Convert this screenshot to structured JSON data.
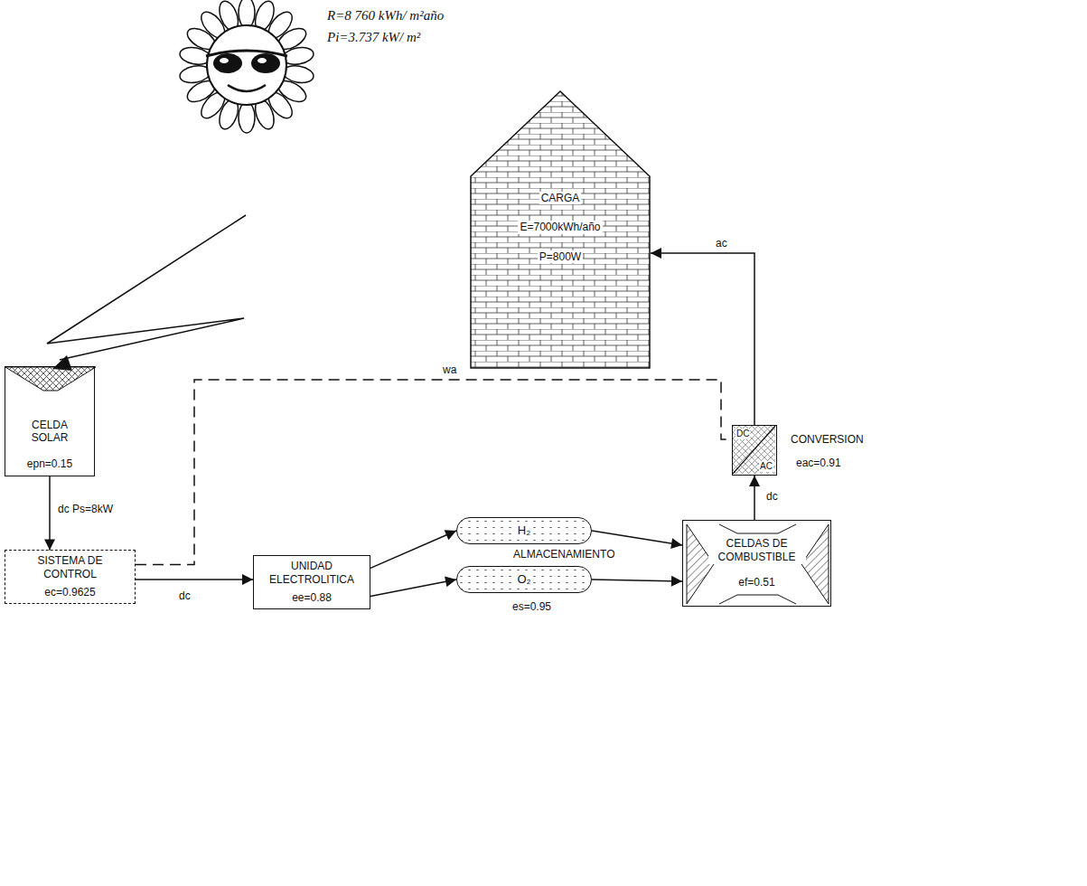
{
  "diagram": {
    "nodes": [
      {
        "text": [
          "CELDA SOLAR",
          "epn=0.15"
        ]
      },
      {
        "text": [
          "SISTEMA DE CONTROL",
          "ec=0.9625"
        ]
      },
      {
        "text": [
          "UNIDAD ELECTROLITICA",
          "ee=0.88"
        ]
      },
      {
        "text": [
          "H₂"
        ]
      },
      {
        "text": [
          "O₂"
        ]
      },
      {
        "text": [
          "CELDAS DE COMBUSTIBLE",
          "ef=0.51"
        ]
      },
      {
        "text": [
          "DC",
          "AC",
          "CONVERSION",
          "eac=0.91"
        ]
      },
      {
        "text": [
          "CARGA",
          "E=7000kWh/año",
          "P=800W"
        ]
      }
    ],
    "edges": [
      {
        "from": 0,
        "to": 1,
        "arrow": "to",
        "label": "dc Ps=8kW"
      },
      {
        "from": 1,
        "to": 2,
        "arrow": "to",
        "label": "dc"
      },
      {
        "from": 2,
        "to": 3,
        "arrow": "to"
      },
      {
        "from": 2,
        "to": 4,
        "arrow": "to"
      },
      {
        "from": 3,
        "to": 5,
        "arrow": "to"
      },
      {
        "from": 4,
        "to": 5,
        "arrow": "to"
      },
      {
        "from": 5,
        "to": 6,
        "arrow": "to",
        "label": "dc"
      },
      {
        "from": 6,
        "to": 7,
        "arrow": "to",
        "label": "ac"
      },
      {
        "from": 1,
        "to": 6,
        "arrow": "none",
        "label": "wa"
      }
    ],
    "labels": [
      "R=8 760 kWh/ m²año",
      "Pi=3.737 kW/ m²",
      "ALMACENAMIENTO",
      "es=0.95"
    ]
  }
}
